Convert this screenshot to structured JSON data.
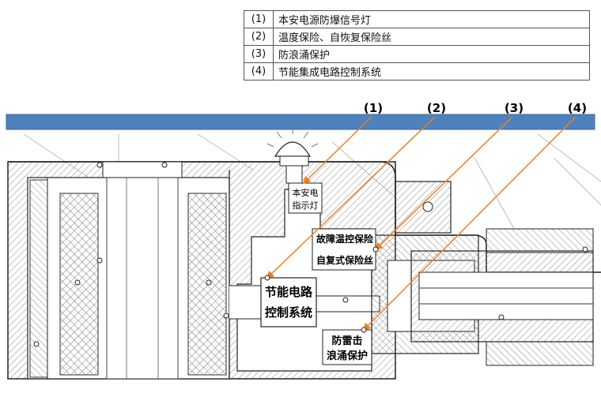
{
  "legend": [
    {
      "num": "(1)",
      "text": "本安电源防爆信号灯"
    },
    {
      "num": "(2)",
      "text": "温度保险、自恢复保险丝"
    },
    {
      "num": "(3)",
      "text": "防浪涌保护"
    },
    {
      "num": "(4)",
      "text": "节能集成电路控制系统"
    }
  ],
  "callouts": [
    "(1)",
    "(2)",
    "(3)",
    "(4)"
  ],
  "labels": {
    "indicator_line1": "本安电",
    "indicator_line2": "指示灯",
    "fuse_line1": "故障温控保险",
    "fuse_line2": "自复式保险丝",
    "circuit_line1": "节能电路",
    "circuit_line2": "控制系统",
    "surge_line1": "防雷击",
    "surge_line2": "浪涌保护"
  },
  "colors": {
    "bar": "#4f81bd",
    "arrow": "#f07f1f",
    "line": "#222222",
    "hatch": "#888888"
  }
}
